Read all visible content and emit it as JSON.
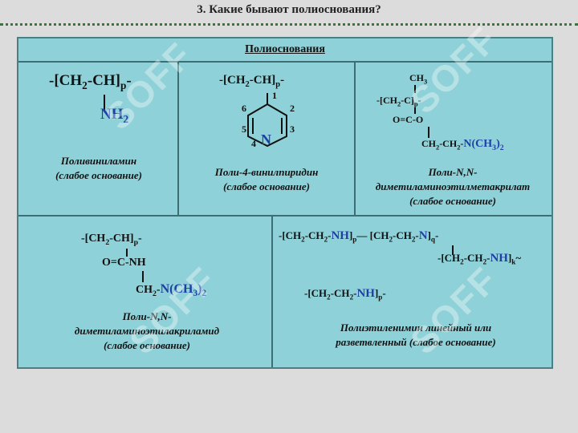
{
  "slide": {
    "title": "3. Какие бывают полиоснования?"
  },
  "table": {
    "header": "Полиоснования",
    "cells": [
      {
        "name": "Поливиниламин",
        "note": "(слабое основание)"
      },
      {
        "name": "Поли-4-винилпиридин",
        "note": "(слабое основание)"
      },
      {
        "name": "Поли-N,N-",
        "name2": "диметиламиноэтилметакрилат",
        "note": "(слабое основание)"
      },
      {
        "name": "Поли-N,N-",
        "name2": "диметиламиноэтилакриламид",
        "note": "(слабое основание)"
      },
      {
        "name": "Полиэтиленимин линейный или",
        "name2": "разветвленный (слабое основание)"
      }
    ]
  },
  "watermark": "SOFF",
  "colors": {
    "cell_bg": "#8fd1d8",
    "accent_blue": "#1f3fa6",
    "divider_green": "#2e7d32"
  }
}
